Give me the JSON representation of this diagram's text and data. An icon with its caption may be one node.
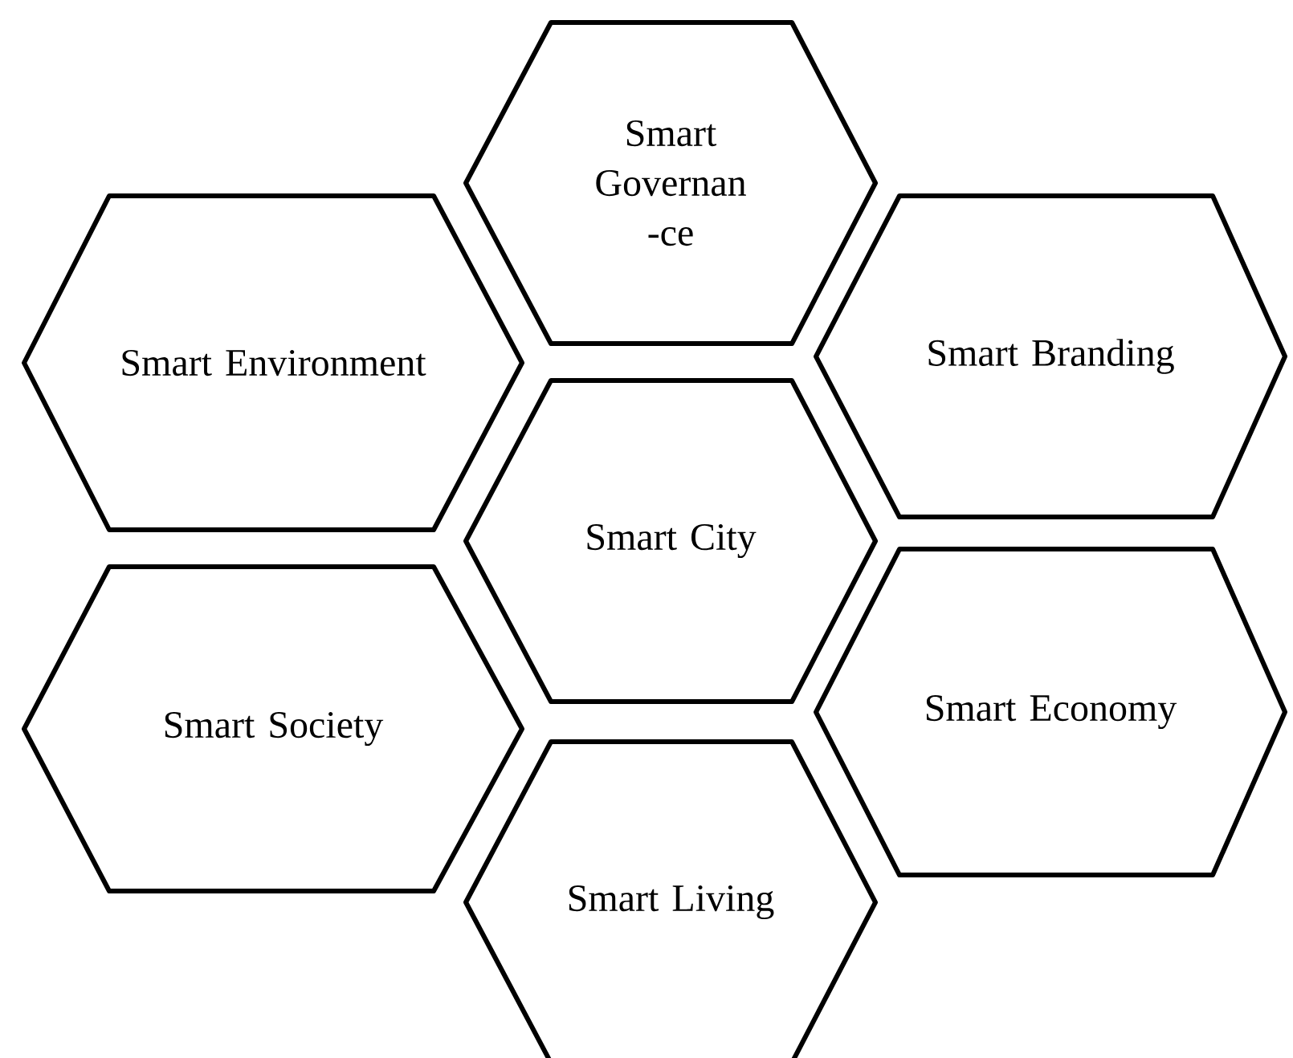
{
  "diagram": {
    "nodes": [
      {
        "text": [
          "Smart Governan -ce"
        ]
      },
      {
        "text": [
          "Smart Environment"
        ]
      },
      {
        "text": [
          "Smart Branding"
        ]
      },
      {
        "text": [
          "Smart City"
        ]
      },
      {
        "text": [
          "Smart Society"
        ]
      },
      {
        "text": [
          "Smart Economy"
        ]
      },
      {
        "text": [
          "Smart Living"
        ]
      }
    ]
  }
}
